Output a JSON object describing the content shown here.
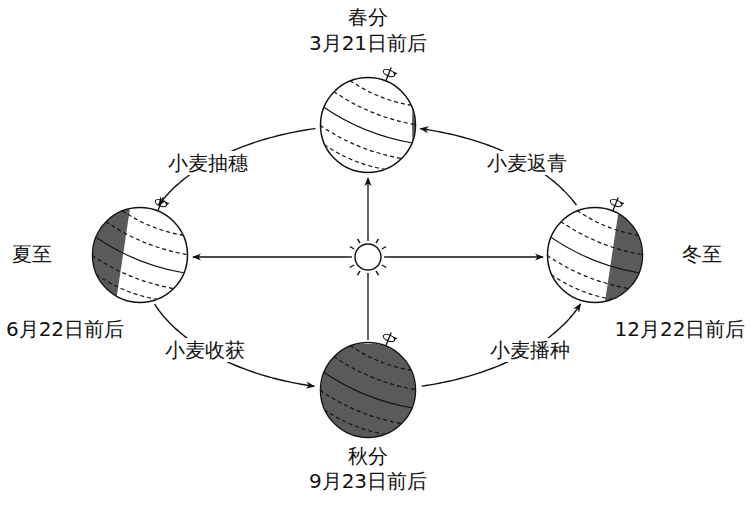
{
  "diagram": {
    "nodes": [
      {
        "text": [
          "春分",
          "3月21日前后"
        ]
      },
      {
        "text": [
          "夏至",
          "6月22日前后"
        ]
      },
      {
        "text": [
          "冬至",
          "12月22日前后"
        ]
      },
      {
        "text": [
          "秋分",
          "9月23日前后"
        ]
      }
    ],
    "edges": [
      {
        "from": 0,
        "to": 1,
        "arrow": "to",
        "label": "小麦抽穗"
      },
      {
        "from": 1,
        "to": 3,
        "arrow": "to",
        "label": "小麦收获"
      },
      {
        "from": 3,
        "to": 2,
        "arrow": "to",
        "label": "小麦播种"
      },
      {
        "from": 2,
        "to": 0,
        "arrow": "to",
        "label": "小麦返青"
      }
    ]
  }
}
